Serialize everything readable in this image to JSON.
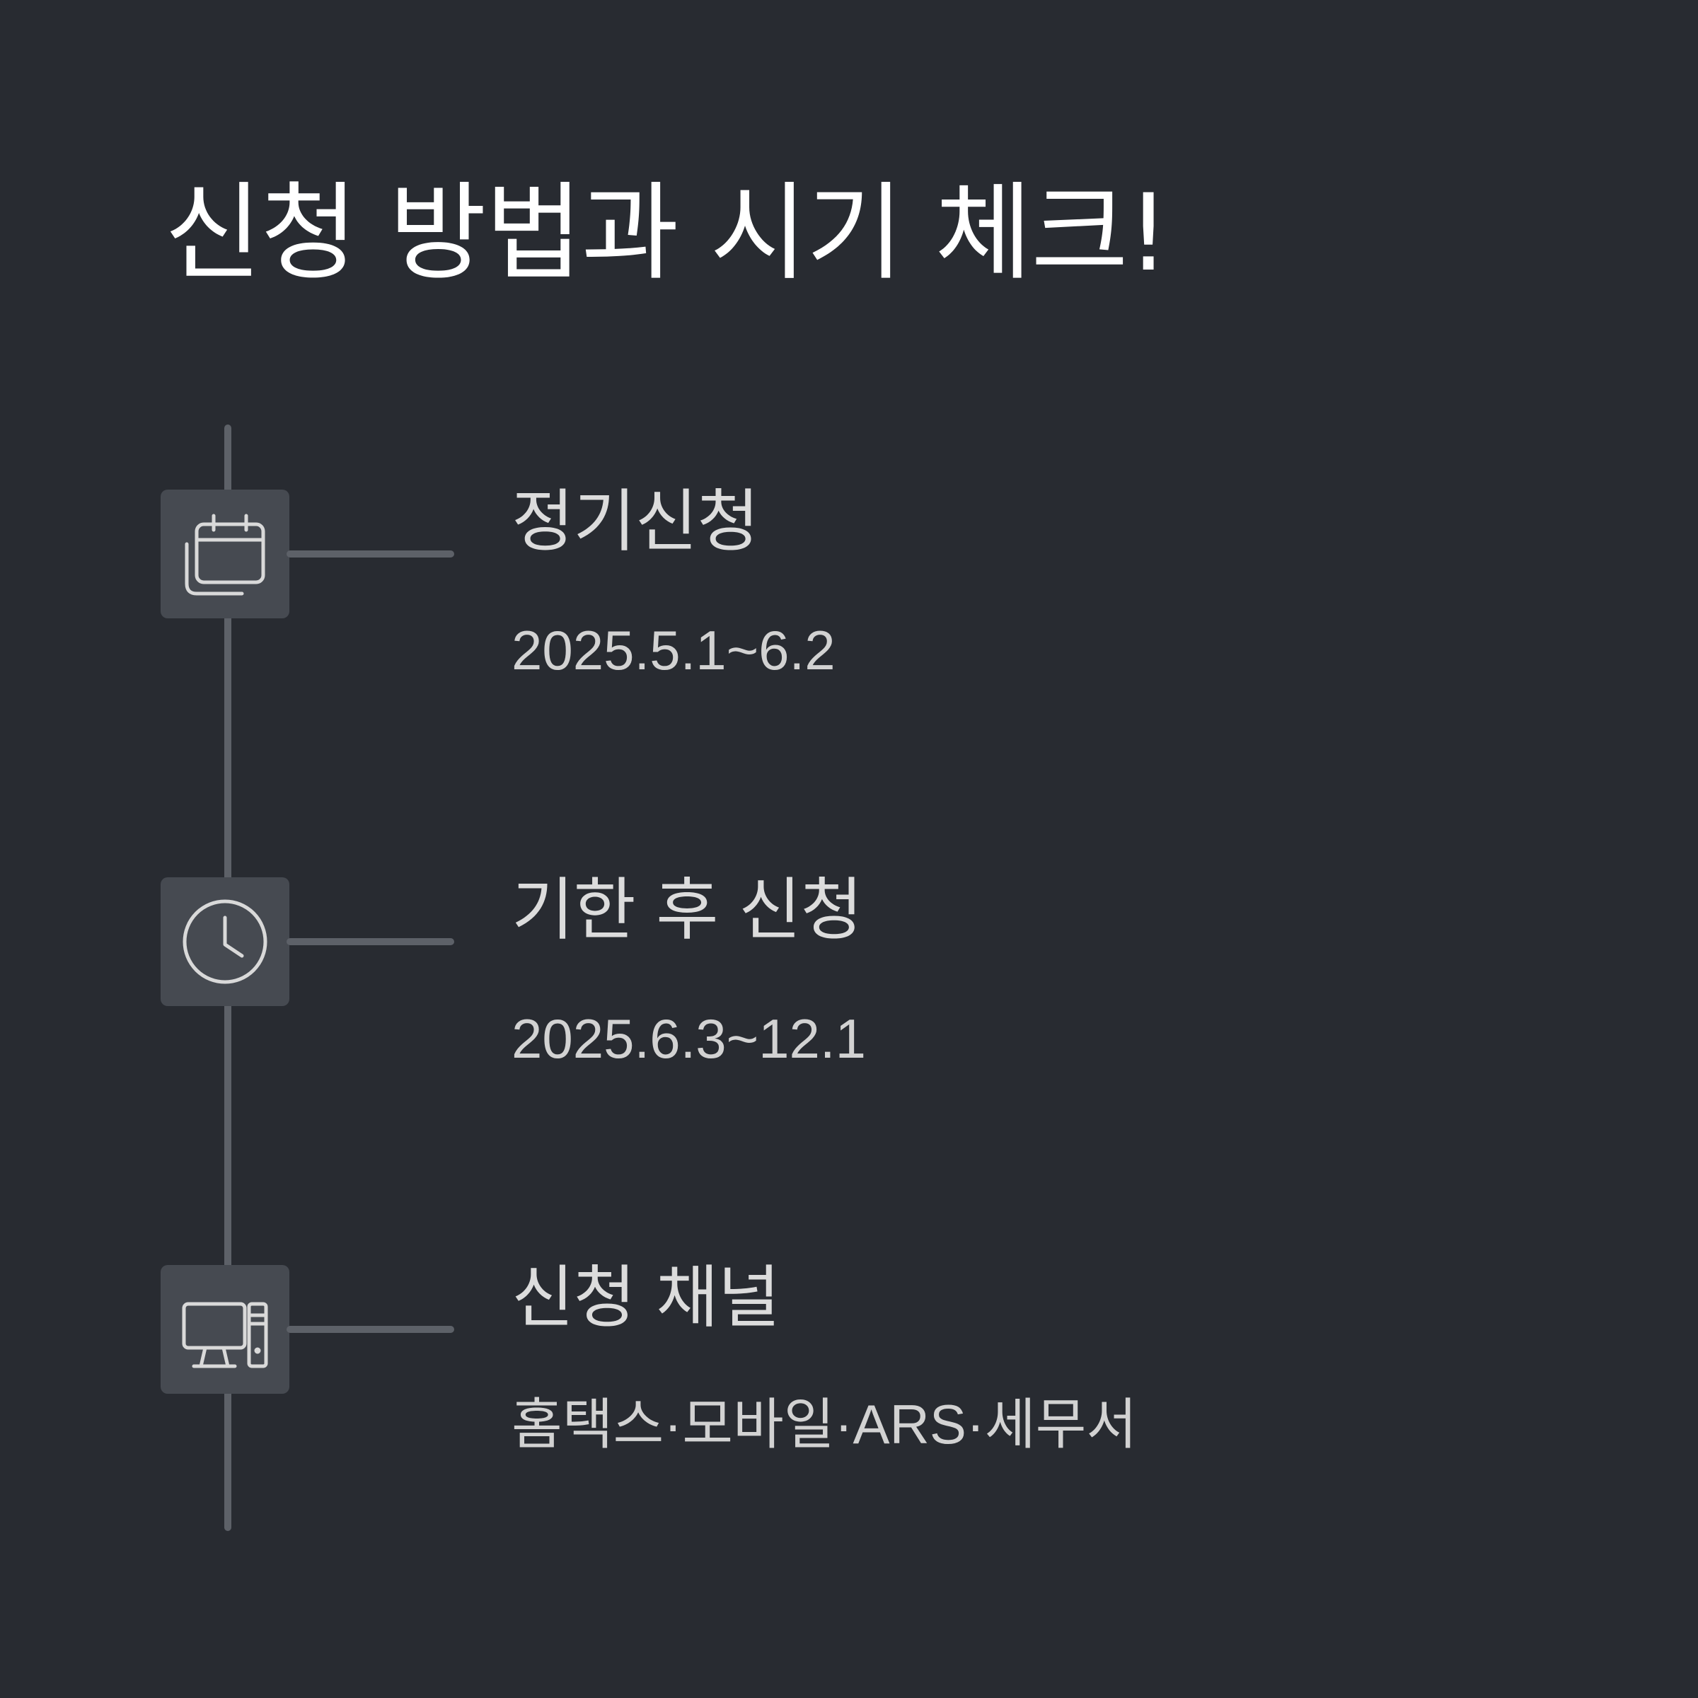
{
  "title": "신청 방법과 시기 체크!",
  "colors": {
    "background": "#282b31",
    "timeline": "#5d6168",
    "icon_box": "#464a51",
    "icon_stroke": "#d9d9d9",
    "title_text": "#ffffff",
    "body_text": "#dcdcdc"
  },
  "steps": [
    {
      "icon": "calendar-icon",
      "title": "정기신청",
      "detail": "2025.5.1~6.2"
    },
    {
      "icon": "clock-icon",
      "title": "기한 후 신청",
      "detail": "2025.6.3~12.1"
    },
    {
      "icon": "computer-icon",
      "title": "신청 채널",
      "detail": "홈택스·모바일·ARS·세무서"
    }
  ]
}
